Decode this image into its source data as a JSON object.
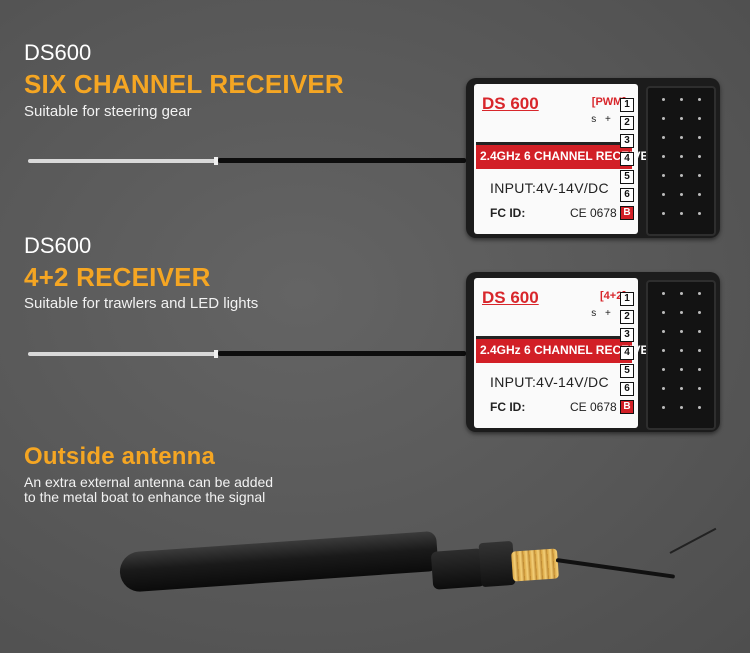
{
  "section1": {
    "model": "DS600",
    "title": "SIX CHANNEL RECEIVER",
    "description": "Suitable for steering gear"
  },
  "section2": {
    "model": "DS600",
    "title": "4+2 RECEIVER",
    "description": "Suitable for trawlers and LED lights"
  },
  "section3": {
    "title": "Outside antenna",
    "description_line1": "An extra external antenna can be added",
    "description_line2": "to the metal boat to enhance the signal"
  },
  "receiver1": {
    "model": "DS 600",
    "mode": "[PWM]",
    "polarity": "s + -",
    "band": "2.4GHz 6 CHANNEL RECEIVER",
    "input": "INPUT:4V-14V/DC",
    "fcc": "FC ID:",
    "ce": "CE 0678",
    "channels": [
      "1",
      "2",
      "3",
      "4",
      "5",
      "6",
      "B"
    ]
  },
  "receiver2": {
    "model": "DS 600",
    "mode": "[4+2]",
    "polarity": "s + -",
    "band": "2.4GHz 6 CHANNEL RECEIVER",
    "input": "INPUT:4V-14V/DC",
    "fcc": "FC ID:",
    "ce": "CE 0678",
    "channels": [
      "1",
      "2",
      "3",
      "4",
      "5",
      "6",
      "B"
    ]
  },
  "colors": {
    "accent": "#f5a623",
    "label_red": "#d21f26",
    "background": "#5a5a5a"
  },
  "icons": [
    "fcc-logo-icon",
    "ce-mark-icon",
    "antenna-icon"
  ]
}
